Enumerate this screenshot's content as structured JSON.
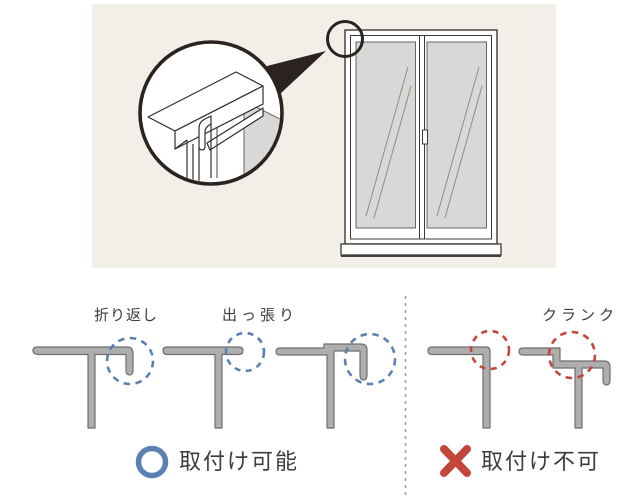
{
  "labels": {
    "fold_back": "折り返し",
    "protrusion": "出っ張り",
    "crank": "クランク",
    "install_ok": "取付け可能",
    "install_ng": "取付け不可"
  },
  "icons": {
    "ok": "circle-outline",
    "ng": "cross-mark"
  },
  "colors": {
    "panel_beige": "#f2efe8",
    "line_dark": "#2b2320",
    "glass_gray": "#d8d8d6",
    "profile_gray": "#aeaeae",
    "profile_outline": "#6e6e6e",
    "ok_blue": "#5b80b2",
    "ng_red": "#c44638",
    "text": "#3f3b3a",
    "divider_gray": "#9a9a9a"
  }
}
